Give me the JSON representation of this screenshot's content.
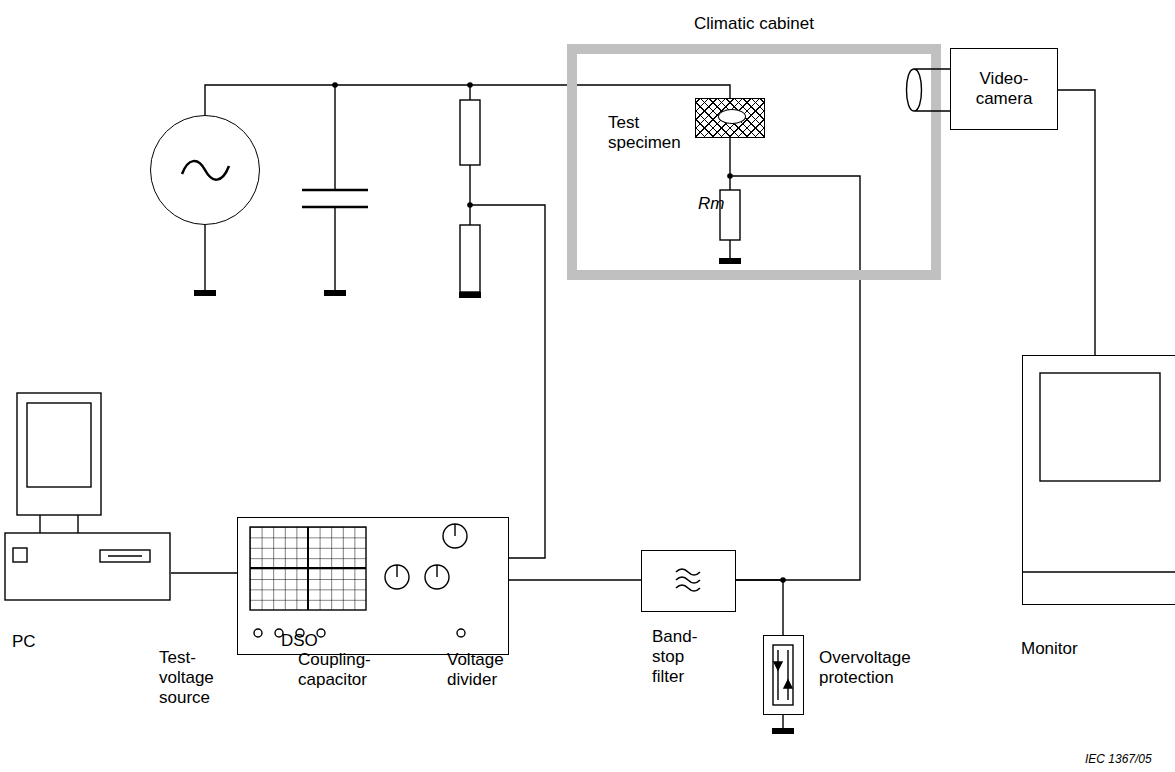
{
  "diagram": {
    "nodes": [
      {
        "text": [
          "Climatic cabinet"
        ]
      },
      {
        "text": [
          "Test specimen"
        ],
        "in": 0
      },
      {
        "text": [
          "Video-camera"
        ]
      },
      {
        "text": [
          "Monitor"
        ]
      },
      {
        "text": [
          "PC"
        ]
      },
      {
        "text": [
          "DSO"
        ]
      },
      {
        "text": [
          "Band-stop filter"
        ]
      },
      {
        "text": [
          "Overvoltage protection"
        ]
      },
      {
        "text": [
          "Test-voltage source"
        ]
      }
    ],
    "edges": [
      {
        "from": 8,
        "to": 1,
        "arrow": "none"
      },
      {
        "from": 1,
        "to": 6,
        "arrow": "none"
      },
      {
        "from": 7,
        "to": 6,
        "arrow": "none"
      },
      {
        "from": 5,
        "to": 6,
        "arrow": "none"
      },
      {
        "from": 4,
        "to": 5,
        "arrow": "none"
      },
      {
        "from": 2,
        "to": 3,
        "arrow": "none"
      }
    ],
    "labels": [
      "Coupling-capacitor",
      "Voltage divider",
      "Rm",
      "IEC 1367/05"
    ]
  }
}
